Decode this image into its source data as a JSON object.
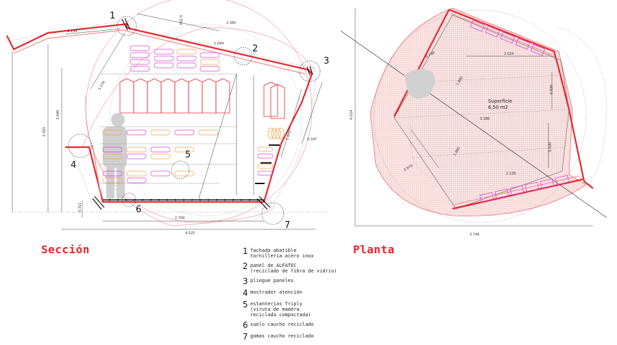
{
  "section": {
    "title": "Sección",
    "callouts": [
      "1",
      "2",
      "3",
      "4",
      "5",
      "6",
      "7"
    ],
    "dimensions": {
      "top_a": "1.134",
      "top_b": "0.350",
      "top_c": "2.385",
      "roof": "1.094",
      "left_height": "3.040",
      "total_height": "3.283",
      "diag": "3.278",
      "right_a": "0.347",
      "right_b": "2.472",
      "floor": "2.769",
      "base": "0.311",
      "total_width": "4.525"
    }
  },
  "plan": {
    "title": "Planta",
    "surface_label": "Superficie",
    "surface_value": "6,50 m2",
    "dimensions": {
      "height": "4.024",
      "top": "2.024",
      "diag_a": "0.738",
      "mid": "3.386",
      "left_a": "1.880",
      "left_b": "1.880",
      "right_a": "0.830",
      "right_b": "0.500",
      "low_a": "0.970",
      "low_b": "2.128",
      "width": "3.746"
    }
  },
  "legend": [
    {
      "num": "1",
      "text": "fachada abatible\ntornillería acero inox"
    },
    {
      "num": "2",
      "text": "panel de ALFATEC\n(reciclado de fibra de vidrio)"
    },
    {
      "num": "3",
      "text": "pliegue paneles"
    },
    {
      "num": "4",
      "text": "mostrador atención"
    },
    {
      "num": "5",
      "text": "estanterías Triply\n(viruta de madera\nreciclada compactada)"
    },
    {
      "num": "6",
      "text": "suelo caucho reciclado"
    },
    {
      "num": "7",
      "text": "gomas caucho reciclado"
    }
  ],
  "colors": {
    "accent": "#e8232a",
    "pink_fill": "#f6c6c6",
    "magenta": "#d63fd6",
    "orange": "#f0a04a"
  }
}
